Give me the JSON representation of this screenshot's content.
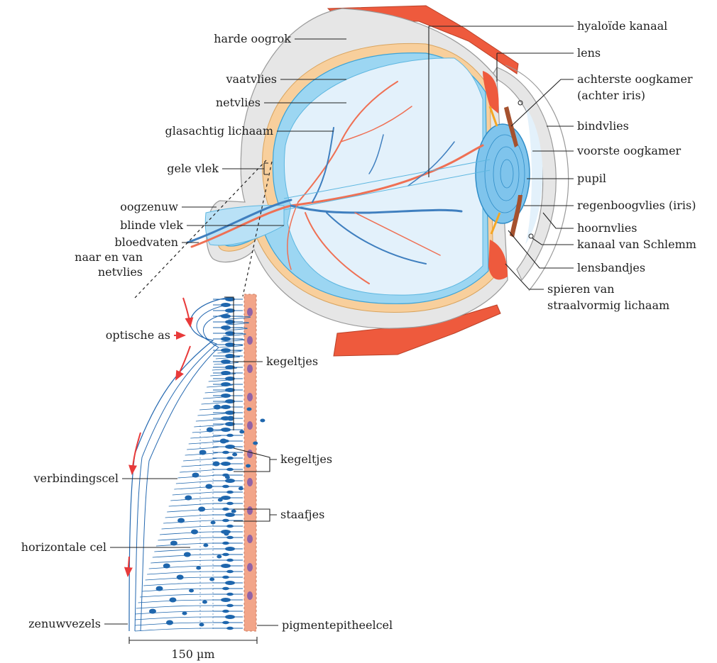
{
  "colors": {
    "sclera": "#e6e6e6",
    "choroid": "#f8cf9c",
    "retina": "#9cd6f2",
    "vitreous": "#e3f1fb",
    "vessel_red": "#ef7054",
    "vessel_blue": "#3f7fbf",
    "muscle": "#ee5a3d",
    "iris": "#a5512e",
    "epithelium": "#f2a589",
    "epithelium_nucleus": "#9263a6",
    "cell_blue": "#1e66ad",
    "arrow": "#e83a3a"
  },
  "eye_labels": {
    "harde_oogrok": "harde oogrok",
    "vaatvlies": "vaatvlies",
    "netvlies": "netvlies",
    "glasachtig_lichaam": "glasachtig lichaam",
    "gele_vlek": "gele vlek",
    "oogzenuw": "oogzenuw",
    "blinde_vlek": "blinde vlek",
    "bloedvaten_1": "bloedvaten",
    "bloedvaten_2": "naar en van",
    "bloedvaten_3": "netvlies",
    "hyaloide_kanaal": "hyaloïde kanaal",
    "lens": "lens",
    "achterste_oogkamer_1": "achterste oogkamer",
    "achterste_oogkamer_2": "(achter iris)",
    "bindvlies": "bindvlies",
    "voorste_oogkamer": "voorste oogkamer",
    "pupil": "pupil",
    "regenboogvlies": "regenboogvlies (iris)",
    "hoornvlies": "hoornvlies",
    "kanaal_van_schlemm": "kanaal van Schlemm",
    "lensbandjes": "lensbandjes",
    "spieren_1": "spieren van",
    "spieren_2": "straalvormig lichaam"
  },
  "retina_labels": {
    "optische_as": "optische as",
    "kegeltjes_1": "kegeltjes",
    "kegeltjes_2": "kegeltjes",
    "staafjes": "staafjes",
    "verbindingscel": "verbindingscel",
    "horizontale_cel": "horizontale cel",
    "pigmentepitheelcel": "pigmentepitheelcel",
    "zenuwvezels": "zenuwvezels",
    "scale": "150 µm"
  }
}
